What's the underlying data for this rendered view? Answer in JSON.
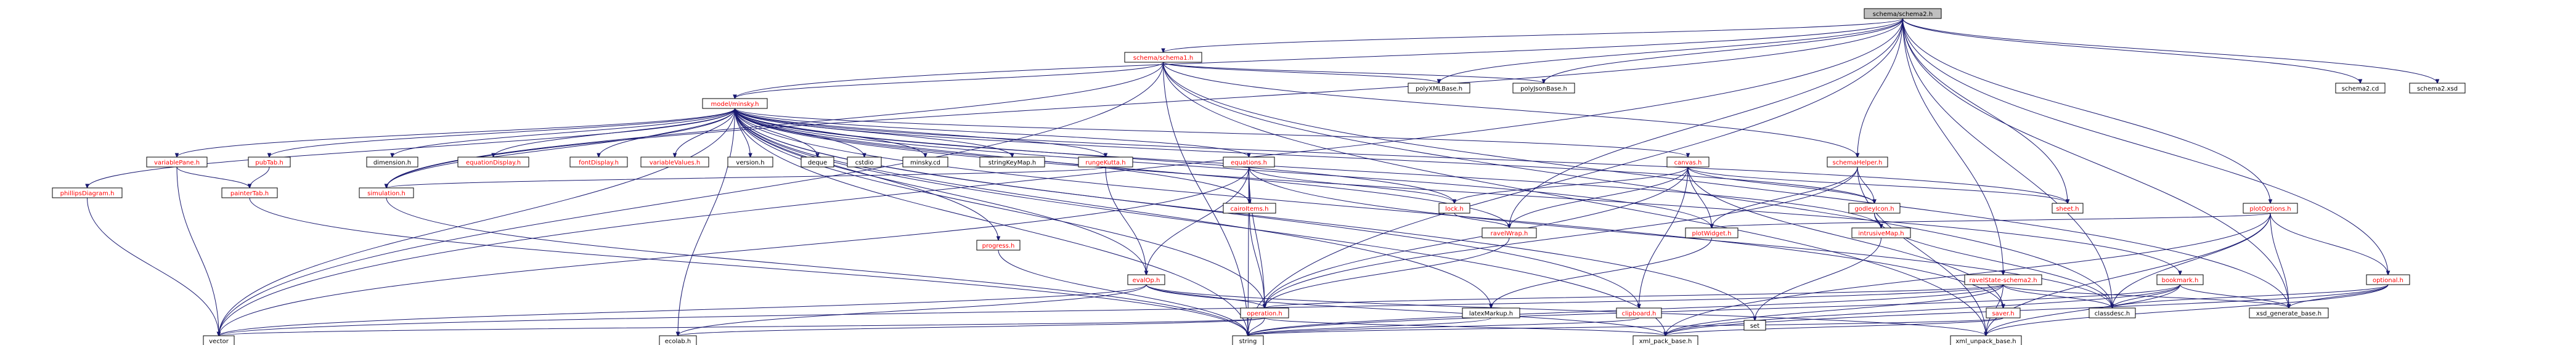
{
  "graph": {
    "colors": {
      "edge": "#191970",
      "root_fill": "#bfbfbf",
      "node_fill": "#ffffff",
      "node_border": "#000000",
      "documented_text": "#000000",
      "undocumented_text": "#ff0000"
    },
    "nodes": [
      {
        "id": "root",
        "label": "schema/schema2.h",
        "style": "root"
      },
      {
        "id": "schema1",
        "label": "schema/schema1.h",
        "style": "red"
      },
      {
        "id": "minsky",
        "label": "model/minsky.h",
        "style": "red"
      },
      {
        "id": "polyXMLBase",
        "label": "polyXMLBase.h",
        "style": "black"
      },
      {
        "id": "polyJsonBase",
        "label": "polyJsonBase.h",
        "style": "black"
      },
      {
        "id": "schema2cd",
        "label": "schema2.cd",
        "style": "black"
      },
      {
        "id": "schema2xsd",
        "label": "schema2.xsd",
        "style": "black"
      },
      {
        "id": "variablePane",
        "label": "variablePane.h",
        "style": "red"
      },
      {
        "id": "pubTab",
        "label": "pubTab.h",
        "style": "red"
      },
      {
        "id": "dimension",
        "label": "dimension.h",
        "style": "black"
      },
      {
        "id": "equationDisplay",
        "label": "equationDisplay.h",
        "style": "red"
      },
      {
        "id": "fontDisplay",
        "label": "fontDisplay.h",
        "style": "red"
      },
      {
        "id": "variableValues",
        "label": "variableValues.h",
        "style": "red"
      },
      {
        "id": "version",
        "label": "version.h",
        "style": "black"
      },
      {
        "id": "deque",
        "label": "deque",
        "style": "black"
      },
      {
        "id": "cstdio",
        "label": "cstdio",
        "style": "black"
      },
      {
        "id": "minskycd",
        "label": "minsky.cd",
        "style": "black"
      },
      {
        "id": "stringKeyMap",
        "label": "stringKeyMap.h",
        "style": "black"
      },
      {
        "id": "rungeKutta",
        "label": "rungeKutta.h",
        "style": "red"
      },
      {
        "id": "equations",
        "label": "equations.h",
        "style": "red"
      },
      {
        "id": "canvas",
        "label": "canvas.h",
        "style": "red"
      },
      {
        "id": "schemaHelper",
        "label": "schemaHelper.h",
        "style": "red"
      },
      {
        "id": "phillipsDiagram",
        "label": "phillipsDiagram.h",
        "style": "red"
      },
      {
        "id": "painterTab",
        "label": "painterTab.h",
        "style": "red"
      },
      {
        "id": "simulation",
        "label": "simulation.h",
        "style": "red"
      },
      {
        "id": "progress",
        "label": "progress.h",
        "style": "red"
      },
      {
        "id": "cairoItems",
        "label": "cairoItems.h",
        "style": "red"
      },
      {
        "id": "lock",
        "label": "lock.h",
        "style": "red"
      },
      {
        "id": "sheet",
        "label": "sheet.h",
        "style": "red"
      },
      {
        "id": "godleyIcon",
        "label": "godleyIcon.h",
        "style": "red"
      },
      {
        "id": "plotOptions",
        "label": "plotOptions.h",
        "style": "red"
      },
      {
        "id": "ravelWrap",
        "label": "ravelWrap.h",
        "style": "red"
      },
      {
        "id": "plotWidget",
        "label": "plotWidget.h",
        "style": "red"
      },
      {
        "id": "intrusiveMap",
        "label": "intrusiveMap.h",
        "style": "red"
      },
      {
        "id": "ravelState",
        "label": "ravelState-schema2.h",
        "style": "red"
      },
      {
        "id": "bookmark",
        "label": "bookmark.h",
        "style": "red"
      },
      {
        "id": "optional",
        "label": "optional.h",
        "style": "red"
      },
      {
        "id": "evalOp",
        "label": "evalOp.h",
        "style": "red"
      },
      {
        "id": "operation",
        "label": "operation.h",
        "style": "red"
      },
      {
        "id": "latexMarkup",
        "label": "latexMarkup.h",
        "style": "black"
      },
      {
        "id": "clipboard",
        "label": "clipboard.h",
        "style": "red"
      },
      {
        "id": "set",
        "label": "set",
        "style": "black"
      },
      {
        "id": "saver",
        "label": "saver.h",
        "style": "red"
      },
      {
        "id": "classdesc",
        "label": "classdesc.h",
        "style": "black"
      },
      {
        "id": "xsdGen",
        "label": "xsd_generate_base.h",
        "style": "black"
      },
      {
        "id": "vector",
        "label": "vector",
        "style": "black"
      },
      {
        "id": "ecolab",
        "label": "ecolab.h",
        "style": "black"
      },
      {
        "id": "string",
        "label": "string",
        "style": "black"
      },
      {
        "id": "xmlPack",
        "label": "xml_pack_base.h",
        "style": "black"
      },
      {
        "id": "xmlUnpack",
        "label": "xml_unpack_base.h",
        "style": "black"
      }
    ],
    "edges": [
      [
        "root",
        "schema1"
      ],
      [
        "root",
        "minsky"
      ],
      [
        "root",
        "polyXMLBase"
      ],
      [
        "root",
        "polyJsonBase"
      ],
      [
        "root",
        "schema2cd"
      ],
      [
        "root",
        "schema2xsd"
      ],
      [
        "root",
        "schemaHelper"
      ],
      [
        "root",
        "sheet"
      ],
      [
        "root",
        "plotOptions"
      ],
      [
        "root",
        "ravelState"
      ],
      [
        "root",
        "optional"
      ],
      [
        "root",
        "simulation"
      ],
      [
        "root",
        "ravelWrap"
      ],
      [
        "root",
        "vector"
      ],
      [
        "root",
        "string"
      ],
      [
        "root",
        "xsdGen"
      ],
      [
        "root",
        "classdesc"
      ],
      [
        "schema1",
        "minsky"
      ],
      [
        "schema1",
        "polyXMLBase"
      ],
      [
        "schema1",
        "polyJsonBase"
      ],
      [
        "schema1",
        "schemaHelper"
      ],
      [
        "schema1",
        "simulation"
      ],
      [
        "schema1",
        "classdesc"
      ],
      [
        "schema1",
        "xsdGen"
      ],
      [
        "schema1",
        "vector"
      ],
      [
        "schema1",
        "string"
      ],
      [
        "schema1",
        "xmlUnpack"
      ],
      [
        "minsky",
        "variablePane"
      ],
      [
        "minsky",
        "pubTab"
      ],
      [
        "minsky",
        "dimension"
      ],
      [
        "minsky",
        "equationDisplay"
      ],
      [
        "minsky",
        "fontDisplay"
      ],
      [
        "minsky",
        "variableValues"
      ],
      [
        "minsky",
        "version"
      ],
      [
        "minsky",
        "deque"
      ],
      [
        "minsky",
        "cstdio"
      ],
      [
        "minsky",
        "minskycd"
      ],
      [
        "minsky",
        "stringKeyMap"
      ],
      [
        "minsky",
        "rungeKutta"
      ],
      [
        "minsky",
        "equations"
      ],
      [
        "minsky",
        "canvas"
      ],
      [
        "minsky",
        "phillipsDiagram"
      ],
      [
        "minsky",
        "simulation"
      ],
      [
        "minsky",
        "progress"
      ],
      [
        "minsky",
        "lock"
      ],
      [
        "minsky",
        "godleyIcon"
      ],
      [
        "minsky",
        "plotWidget"
      ],
      [
        "minsky",
        "intrusiveMap"
      ],
      [
        "minsky",
        "bookmark"
      ],
      [
        "minsky",
        "evalOp"
      ],
      [
        "minsky",
        "operation"
      ],
      [
        "minsky",
        "latexMarkup"
      ],
      [
        "minsky",
        "clipboard"
      ],
      [
        "minsky",
        "set"
      ],
      [
        "minsky",
        "saver"
      ],
      [
        "minsky",
        "ravelWrap"
      ],
      [
        "minsky",
        "vector"
      ],
      [
        "minsky",
        "ecolab"
      ],
      [
        "minsky",
        "string"
      ],
      [
        "minsky",
        "xmlPack"
      ],
      [
        "minsky",
        "sheet"
      ],
      [
        "minsky",
        "cairoItems"
      ],
      [
        "variablePane",
        "painterTab"
      ],
      [
        "variablePane",
        "vector"
      ],
      [
        "pubTab",
        "painterTab"
      ],
      [
        "painterTab",
        "string"
      ],
      [
        "phillipsDiagram",
        "vector"
      ],
      [
        "rungeKutta",
        "simulation"
      ],
      [
        "rungeKutta",
        "evalOp"
      ],
      [
        "equations",
        "evalOp"
      ],
      [
        "equations",
        "cairoItems"
      ],
      [
        "equations",
        "lock"
      ],
      [
        "equations",
        "operation"
      ],
      [
        "equations",
        "classdesc"
      ],
      [
        "equations",
        "vector"
      ],
      [
        "equations",
        "string"
      ],
      [
        "canvas",
        "lock"
      ],
      [
        "canvas",
        "ravelWrap"
      ],
      [
        "canvas",
        "sheet"
      ],
      [
        "canvas",
        "godleyIcon"
      ],
      [
        "canvas",
        "plotWidget"
      ],
      [
        "canvas",
        "operation"
      ],
      [
        "canvas",
        "clipboard"
      ],
      [
        "canvas",
        "saver"
      ],
      [
        "schemaHelper",
        "godleyIcon"
      ],
      [
        "schemaHelper",
        "plotWidget"
      ],
      [
        "schemaHelper",
        "operation"
      ],
      [
        "schemaHelper",
        "xmlUnpack"
      ],
      [
        "simulation",
        "string"
      ],
      [
        "progress",
        "string"
      ],
      [
        "cairoItems",
        "operation"
      ],
      [
        "lock",
        "ravelWrap"
      ],
      [
        "godleyIcon",
        "intrusiveMap"
      ],
      [
        "godleyIcon",
        "classdesc"
      ],
      [
        "plotOptions",
        "plotWidget"
      ],
      [
        "plotOptions",
        "optional"
      ],
      [
        "plotOptions",
        "classdesc"
      ],
      [
        "plotOptions",
        "xsdGen"
      ],
      [
        "plotOptions",
        "xmlPack"
      ],
      [
        "plotOptions",
        "xmlUnpack"
      ],
      [
        "ravelWrap",
        "operation"
      ],
      [
        "plotWidget",
        "latexMarkup"
      ],
      [
        "intrusiveMap",
        "set"
      ],
      [
        "ravelState",
        "operation"
      ],
      [
        "ravelState",
        "classdesc"
      ],
      [
        "ravelState",
        "xsdGen"
      ],
      [
        "ravelState",
        "xmlPack"
      ],
      [
        "ravelState",
        "xmlUnpack"
      ],
      [
        "ravelState",
        "string"
      ],
      [
        "ravelState",
        "vector"
      ],
      [
        "bookmark",
        "classdesc"
      ],
      [
        "bookmark",
        "string"
      ],
      [
        "bookmark",
        "xsdGen"
      ],
      [
        "bookmark",
        "xmlPack"
      ],
      [
        "bookmark",
        "xmlUnpack"
      ],
      [
        "optional",
        "classdesc"
      ],
      [
        "optional",
        "xsdGen"
      ],
      [
        "optional",
        "xmlPack"
      ],
      [
        "optional",
        "xmlUnpack"
      ],
      [
        "evalOp",
        "operation"
      ],
      [
        "evalOp",
        "vector"
      ],
      [
        "evalOp",
        "ecolab"
      ],
      [
        "evalOp",
        "xmlPack"
      ],
      [
        "evalOp",
        "xmlUnpack"
      ],
      [
        "operation",
        "vector"
      ],
      [
        "operation",
        "ecolab"
      ],
      [
        "operation",
        "string"
      ],
      [
        "operation",
        "xmlPack"
      ],
      [
        "latexMarkup",
        "string"
      ],
      [
        "clipboard",
        "string"
      ],
      [
        "saver",
        "string"
      ],
      [
        "saver",
        "xmlPack"
      ]
    ]
  }
}
